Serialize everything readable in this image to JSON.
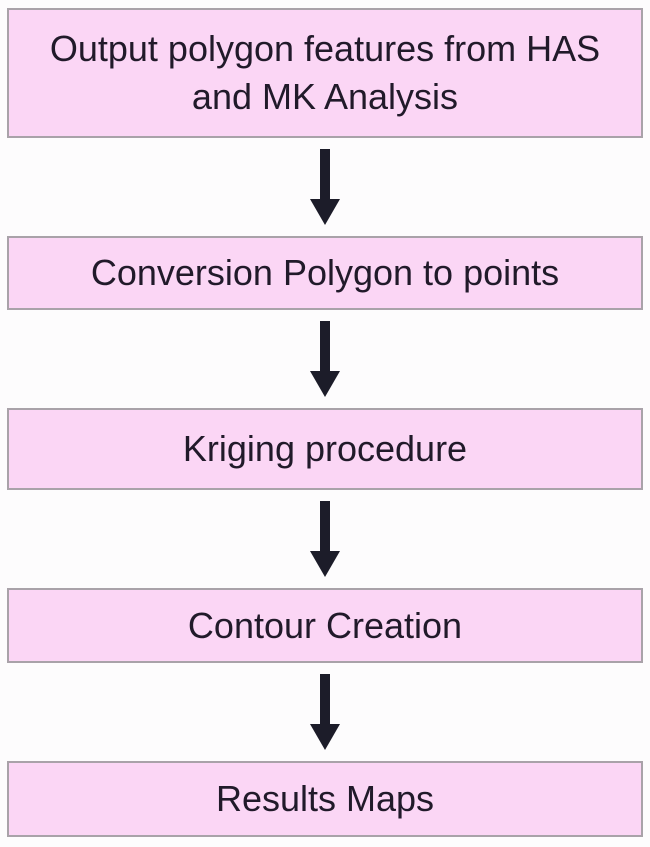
{
  "diagram": {
    "type": "flowchart",
    "direction": "top-down",
    "colors": {
      "box_fill": "#fbd6f5",
      "box_border": "#a9a2a9",
      "text": "#211a2a",
      "arrow": "#1c1c29",
      "background": "#fdfcfd"
    },
    "steps": [
      {
        "label": "Output polygon features from HAS and MK Analysis"
      },
      {
        "label": "Conversion Polygon to points"
      },
      {
        "label": "Kriging procedure"
      },
      {
        "label": "Contour Creation"
      },
      {
        "label": "Results Maps"
      }
    ],
    "connectors": [
      {
        "from": 0,
        "to": 1,
        "style": "down-arrow"
      },
      {
        "from": 1,
        "to": 2,
        "style": "down-arrow"
      },
      {
        "from": 2,
        "to": 3,
        "style": "down-arrow"
      },
      {
        "from": 3,
        "to": 4,
        "style": "down-arrow"
      }
    ]
  }
}
